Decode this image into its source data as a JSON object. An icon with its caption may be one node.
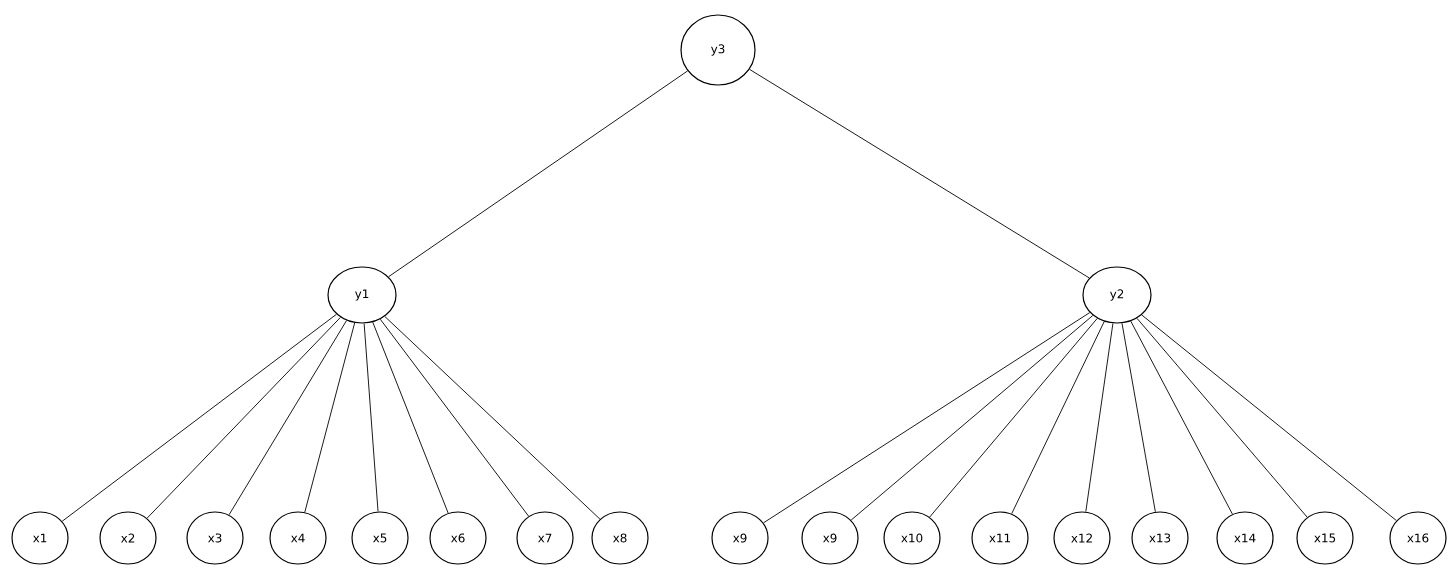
{
  "diagram": {
    "nodes": [
      {
        "text": [
          "y3"
        ]
      },
      {
        "text": [
          "y1"
        ]
      },
      {
        "text": [
          "y2"
        ]
      },
      {
        "text": [
          "x1"
        ]
      },
      {
        "text": [
          "x2"
        ]
      },
      {
        "text": [
          "x3"
        ]
      },
      {
        "text": [
          "x4"
        ]
      },
      {
        "text": [
          "x5"
        ]
      },
      {
        "text": [
          "x6"
        ]
      },
      {
        "text": [
          "x7"
        ]
      },
      {
        "text": [
          "x8"
        ]
      },
      {
        "text": [
          "x9"
        ]
      },
      {
        "text": [
          "x9"
        ]
      },
      {
        "text": [
          "x10"
        ]
      },
      {
        "text": [
          "x11"
        ]
      },
      {
        "text": [
          "x12"
        ]
      },
      {
        "text": [
          "x13"
        ]
      },
      {
        "text": [
          "x14"
        ]
      },
      {
        "text": [
          "x15"
        ]
      },
      {
        "text": [
          "x16"
        ]
      }
    ],
    "edges": [
      {
        "from": 0,
        "to": 1,
        "arrow": "none"
      },
      {
        "from": 0,
        "to": 2,
        "arrow": "none"
      },
      {
        "from": 1,
        "to": 3,
        "arrow": "none"
      },
      {
        "from": 1,
        "to": 4,
        "arrow": "none"
      },
      {
        "from": 1,
        "to": 5,
        "arrow": "none"
      },
      {
        "from": 1,
        "to": 6,
        "arrow": "none"
      },
      {
        "from": 1,
        "to": 7,
        "arrow": "none"
      },
      {
        "from": 1,
        "to": 8,
        "arrow": "none"
      },
      {
        "from": 1,
        "to": 9,
        "arrow": "none"
      },
      {
        "from": 1,
        "to": 10,
        "arrow": "none"
      },
      {
        "from": 2,
        "to": 11,
        "arrow": "none"
      },
      {
        "from": 2,
        "to": 12,
        "arrow": "none"
      },
      {
        "from": 2,
        "to": 13,
        "arrow": "none"
      },
      {
        "from": 2,
        "to": 14,
        "arrow": "none"
      },
      {
        "from": 2,
        "to": 15,
        "arrow": "none"
      },
      {
        "from": 2,
        "to": 16,
        "arrow": "none"
      },
      {
        "from": 2,
        "to": 17,
        "arrow": "none"
      },
      {
        "from": 2,
        "to": 18,
        "arrow": "none"
      },
      {
        "from": 2,
        "to": 19,
        "arrow": "none"
      }
    ]
  }
}
